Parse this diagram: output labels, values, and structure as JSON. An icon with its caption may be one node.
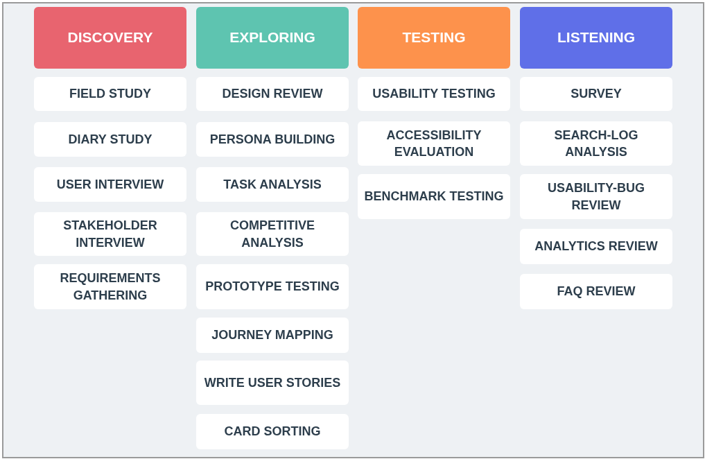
{
  "diagram": {
    "nodes": [
      {
        "text": [
          "DISCOVERY"
        ]
      },
      {
        "text": [
          "FIELD STUDY"
        ]
      },
      {
        "text": [
          "DIARY STUDY"
        ]
      },
      {
        "text": [
          "USER INTERVIEW"
        ]
      },
      {
        "text": [
          "STAKEHOLDER INTERVIEW"
        ]
      },
      {
        "text": [
          "REQUIREMENTS GATHERING"
        ]
      },
      {
        "text": [
          "EXPLORING"
        ]
      },
      {
        "text": [
          "DESIGN REVIEW"
        ]
      },
      {
        "text": [
          "PERSONA BUILDING"
        ]
      },
      {
        "text": [
          "TASK ANALYSIS"
        ]
      },
      {
        "text": [
          "COMPETITIVE ANALYSIS"
        ]
      },
      {
        "text": [
          "PROTOTYPE TESTING"
        ]
      },
      {
        "text": [
          "JOURNEY MAPPING"
        ]
      },
      {
        "text": [
          "WRITE USER STORIES"
        ]
      },
      {
        "text": [
          "CARD SORTING"
        ]
      },
      {
        "text": [
          "TESTING"
        ]
      },
      {
        "text": [
          "USABILITY TESTING"
        ]
      },
      {
        "text": [
          "ACCESSIBILITY EVALUATION"
        ]
      },
      {
        "text": [
          "BENCHMARK TESTING"
        ]
      },
      {
        "text": [
          "LISTENING"
        ]
      },
      {
        "text": [
          "SURVEY"
        ]
      },
      {
        "text": [
          "SEARCH-LOG ANALYSIS"
        ]
      },
      {
        "text": [
          "USABILITY-BUG REVIEW"
        ]
      },
      {
        "text": [
          "ANALYTICS REVIEW"
        ]
      },
      {
        "text": [
          "FAQ REVIEW"
        ]
      }
    ]
  }
}
